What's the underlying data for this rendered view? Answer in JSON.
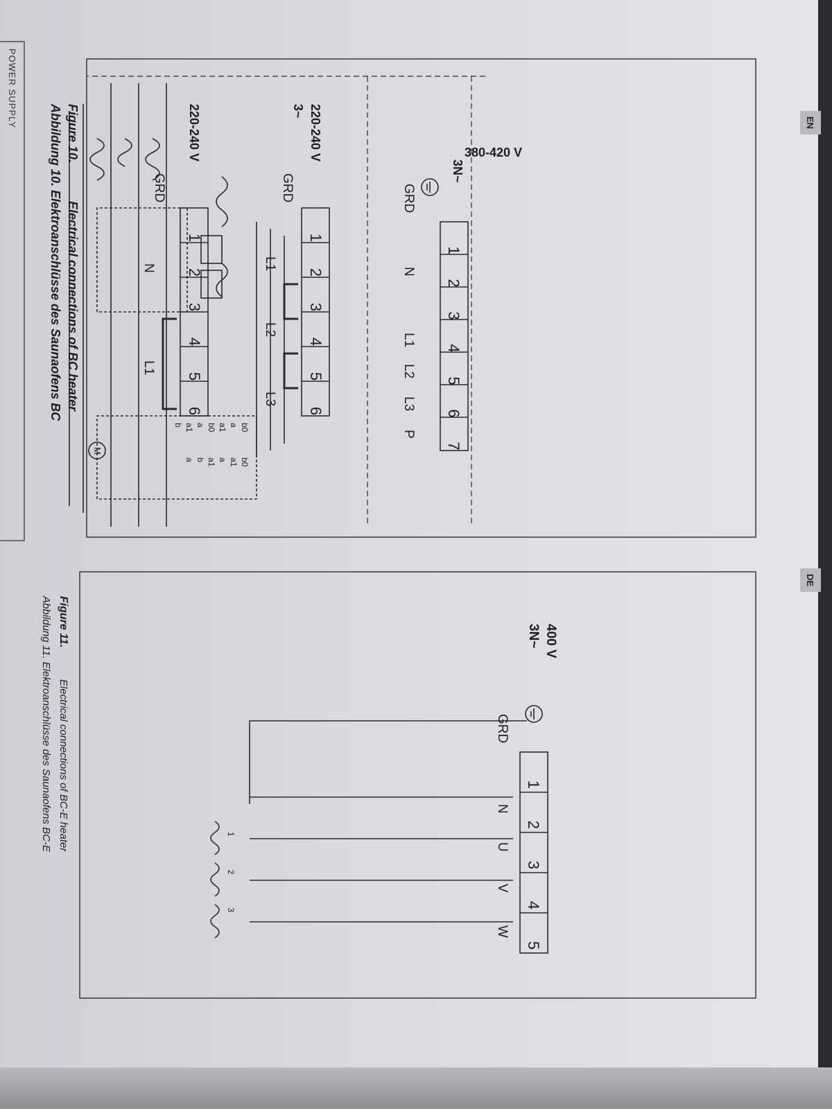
{
  "header": {
    "lang_left": "EN",
    "lang_right": "DE"
  },
  "figure10": {
    "number": "Figure 10.",
    "title": "Electrical connections of BC heater",
    "de_caption": "Abbildung 10. Elektroanschlüsse des Saunaofens BC",
    "contacts": [
      "b0",
      "a",
      "a1",
      "b0",
      "a",
      "a1",
      "b",
      "b0",
      "a1",
      "a",
      "a1",
      "b",
      "a"
    ],
    "motor_label": "M",
    "block1": {
      "voltage": "380-420 V",
      "phase": "3N~",
      "terminals": [
        "1",
        "2",
        "3",
        "4",
        "5",
        "6",
        "7"
      ],
      "grd": "GRD",
      "n": "N",
      "l1": "L1",
      "l2": "L2",
      "l3": "L3",
      "p": "P"
    },
    "block2": {
      "voltage": "220-240 V",
      "phase": "3~",
      "terminals": [
        "1",
        "2",
        "3",
        "4",
        "5",
        "6"
      ],
      "grd": "GRD",
      "l1": "L1",
      "l2": "L2",
      "l3": "L3"
    },
    "block3": {
      "voltage": "220-240 V",
      "terminals": [
        "1",
        "2",
        "3",
        "4",
        "5",
        "6"
      ],
      "grd": "GRD",
      "n": "N",
      "l1": "L1"
    }
  },
  "figure11": {
    "number": "Figure 11.",
    "title": "Electrical connections of BC-E heater",
    "de_caption": "Abbildung 11. Elektroanschlüsse des Saunaofens BC-E",
    "voltage": "400 V",
    "phase": "3N~",
    "terminals": [
      "1",
      "2",
      "3",
      "4",
      "5"
    ],
    "grd": "GRD",
    "n": "N",
    "u": "U",
    "v": "V",
    "w": "W",
    "heater_numbers": [
      "1",
      "2",
      "3"
    ]
  },
  "footer": {
    "power_supply": "POWER SUPPLY"
  },
  "colors": {
    "ink": "#2a2a2e",
    "page": "#e2e2e8",
    "panel": "#dcdce2"
  }
}
